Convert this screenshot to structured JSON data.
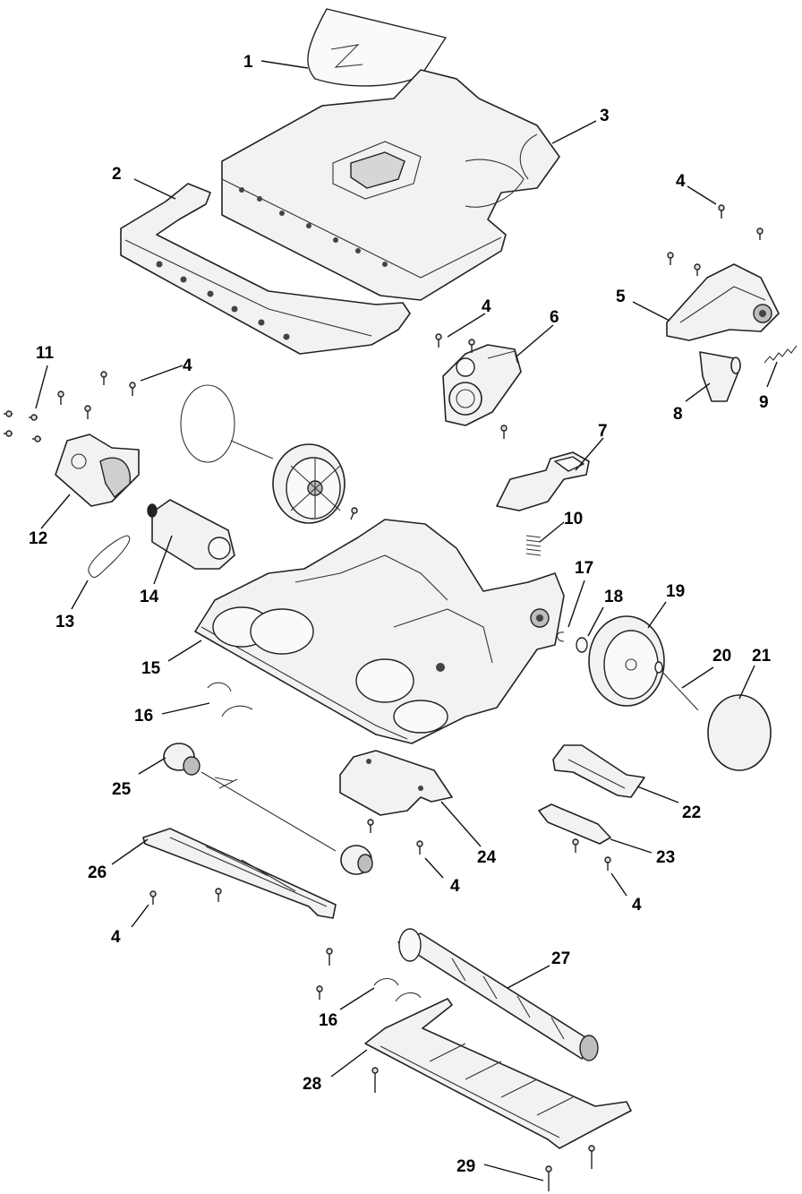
{
  "callouts": {
    "p1": "1",
    "p2": "2",
    "p3": "3",
    "p4a": "4",
    "p4b": "4",
    "p4c": "4",
    "p4d": "4",
    "p4e": "4",
    "p4f": "4",
    "p5": "5",
    "p6": "6",
    "p7": "7",
    "p8": "8",
    "p9": "9",
    "p10": "10",
    "p11": "11",
    "p12": "12",
    "p13": "13",
    "p14": "14",
    "p15": "15",
    "p16a": "16",
    "p16b": "16",
    "p17": "17",
    "p18": "18",
    "p19": "19",
    "p20": "20",
    "p21": "21",
    "p22": "22",
    "p23": "23",
    "p24": "24",
    "p25": "25",
    "p26": "26",
    "p27": "27",
    "p28": "28",
    "p29": "29"
  },
  "colors": {
    "line": "#222222",
    "fill": "#f2f2f2",
    "background": "#ffffff"
  }
}
